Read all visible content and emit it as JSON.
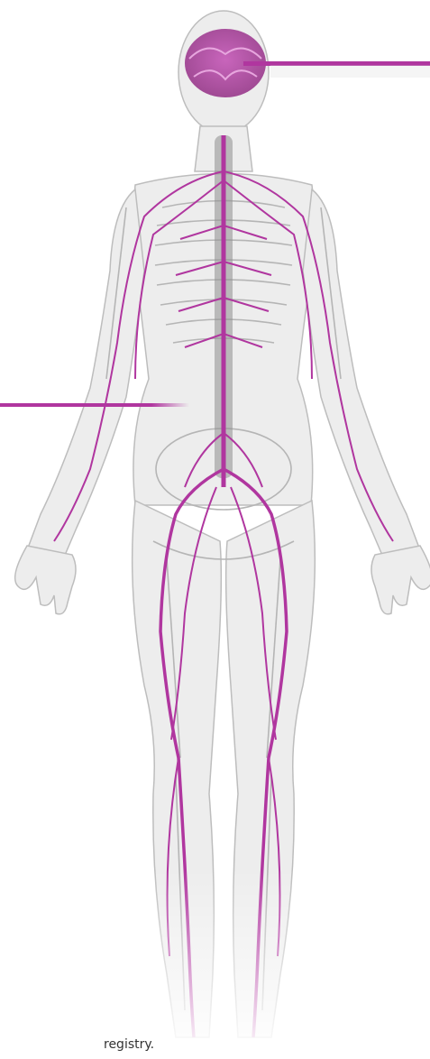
{
  "illustration": {
    "subject": "human-nervous-system",
    "accent_color": "#b0369f",
    "callout_lines": [
      "brain-callout",
      "spinal-cord-callout"
    ]
  },
  "caption": {
    "text": "registry."
  }
}
